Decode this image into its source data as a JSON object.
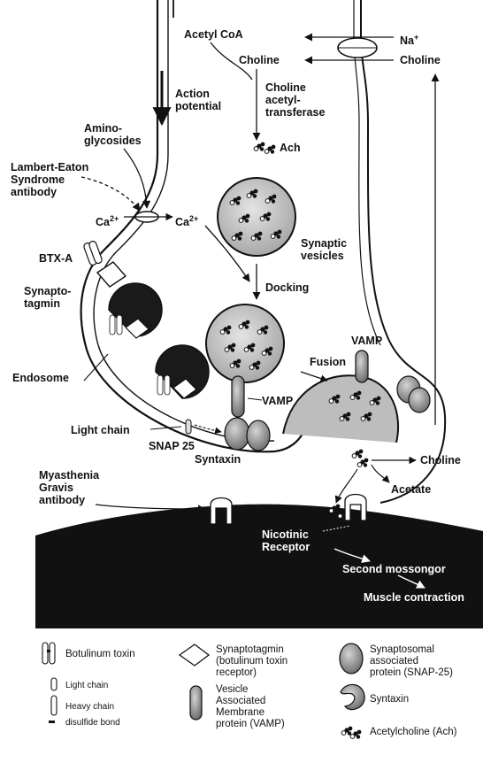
{
  "labels": {
    "acetyl_coa": "Acetyl CoA",
    "na": "Na",
    "na_sup": "+",
    "choline_mid": "Choline",
    "choline_right": "Choline",
    "action_potential": "Action\npotential",
    "choline_acetyltransferase": "Choline\nacetyl-\ntransferase",
    "ach": "Ach",
    "aminoglycosides": "Amino-\nglycosides",
    "lambert_eaton": "Lambert-Eaton\nSyndrome\nantibody",
    "ca_left": "Ca",
    "ca_right": "Ca",
    "ca_sup": "2+",
    "synaptic_vesicles": "Synaptic\nvesicles",
    "btx_a": "BTX-A",
    "synaptotagmin": "Synapto-\ntagmin",
    "docking": "Docking",
    "vamp_top": "VAMP",
    "fusion": "Fusion",
    "endosome": "Endosome",
    "vamp_mid": "VAMP",
    "light_chain": "Light chain",
    "snap25": "SNAP 25",
    "syntaxin": "Syntaxin",
    "choline_cleft": "Choline",
    "acetate": "Acetate",
    "myasthenia": "Myasthenia\nGravis\nantibody",
    "nicotinic_receptor": "Nicotinic\nReceptor",
    "second_messenger": "Second mossongor",
    "muscle_contraction": "Muscle contraction"
  },
  "legend": {
    "botulinum_toxin": "Botulinum toxin",
    "light_chain": "Light chain",
    "heavy_chain": "Heavy chain",
    "disulfide_bond": "disulfide bond",
    "synaptotagmin": "Synaptotagmin\n(botulinum toxin\nreceptor)",
    "vamp": "Vesicle\nAssociated\nMembrane\nprotein (VAMP)",
    "snap25": "Synaptosomal\nassociated\nprotein (SNAP-25)",
    "syntaxin": "Syntaxin",
    "acetylcholine": "Acetylcholine (Ach)"
  }
}
